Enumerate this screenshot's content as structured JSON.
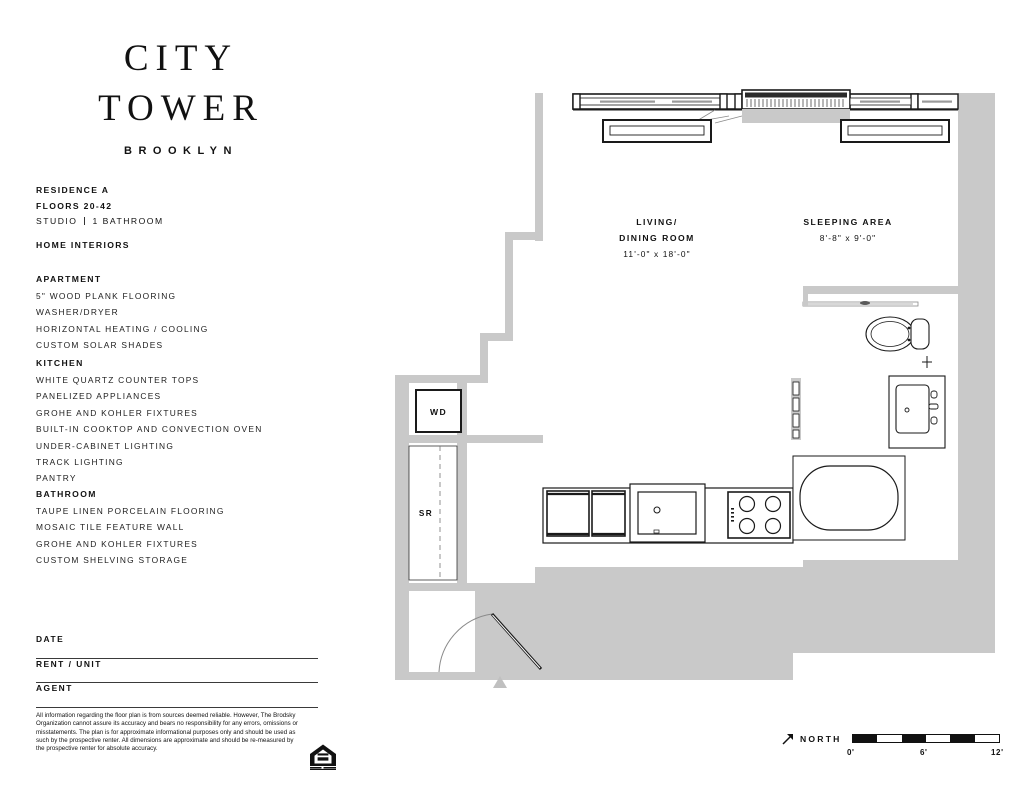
{
  "brand": {
    "line1": "CITY",
    "line2": "TOWER",
    "subtitle": "BROOKLYN"
  },
  "residence": {
    "name": "RESIDENCE A",
    "floors": "FLOORS 20-42",
    "type": "STUDIO",
    "bath": "1 BATHROOM",
    "interiors_heading": "HOME INTERIORS"
  },
  "specs": [
    {
      "heading": "APARTMENT",
      "items": [
        "5\"  WOOD PLANK FLOORING",
        "WASHER/DRYER",
        "HORIZONTAL HEATING / COOLING",
        "CUSTOM SOLAR SHADES"
      ]
    },
    {
      "heading": "KITCHEN",
      "items": [
        "WHITE QUARTZ COUNTER TOPS",
        "PANELIZED APPLIANCES",
        "GROHE AND KOHLER FIXTURES",
        "BUILT-IN COOKTOP AND CONVECTION OVEN",
        "UNDER-CABINET LIGHTING",
        "TRACK LIGHTING",
        "PANTRY"
      ]
    },
    {
      "heading": "BATHROOM",
      "items": [
        "TAUPE LINEN PORCELAIN FLOORING",
        "MOSAIC TILE FEATURE WALL",
        "GROHE AND KOHLER FIXTURES",
        "CUSTOM SHELVING STORAGE"
      ]
    }
  ],
  "form_fields": [
    {
      "label": "DATE",
      "value": ""
    },
    {
      "label": "RENT / UNIT",
      "value": ""
    },
    {
      "label": "AGENT",
      "value": ""
    }
  ],
  "disclaimer": "All information regarding the floor plan is from sources deemed reliable. However, The Brodsky Organization cannot assure its accuracy and bears no responsibility for any errors, omissions or misstatements. The plan is for approximate informational purposes only and should be used as such by the prospective renter. All dimensions are approximate and should be re-measured by the prospective renter for absolute accuracy.",
  "eho_logo_alt": "EQUAL HOUSING OPPORTUNITY",
  "floorplan": {
    "rooms": [
      {
        "name_line1": "LIVING/",
        "name_line2": "DINING ROOM",
        "dimensions": "11'-0\" x 18'-0\""
      },
      {
        "name_line1": "SLEEPING AREA",
        "name_line2": "",
        "dimensions": "8'-8\" x 9'-0\""
      }
    ],
    "labels": {
      "washer_dryer": "WD",
      "shelving_storage": "SR"
    },
    "wall_fill": "#c9c9c9",
    "interior_fill": "#ffffff",
    "line_color": "#1a1a1a"
  },
  "orientation": {
    "north_label": "NORTH",
    "scale_ticks": [
      "0'",
      "6'",
      "12'"
    ],
    "scale_segments": 6
  }
}
